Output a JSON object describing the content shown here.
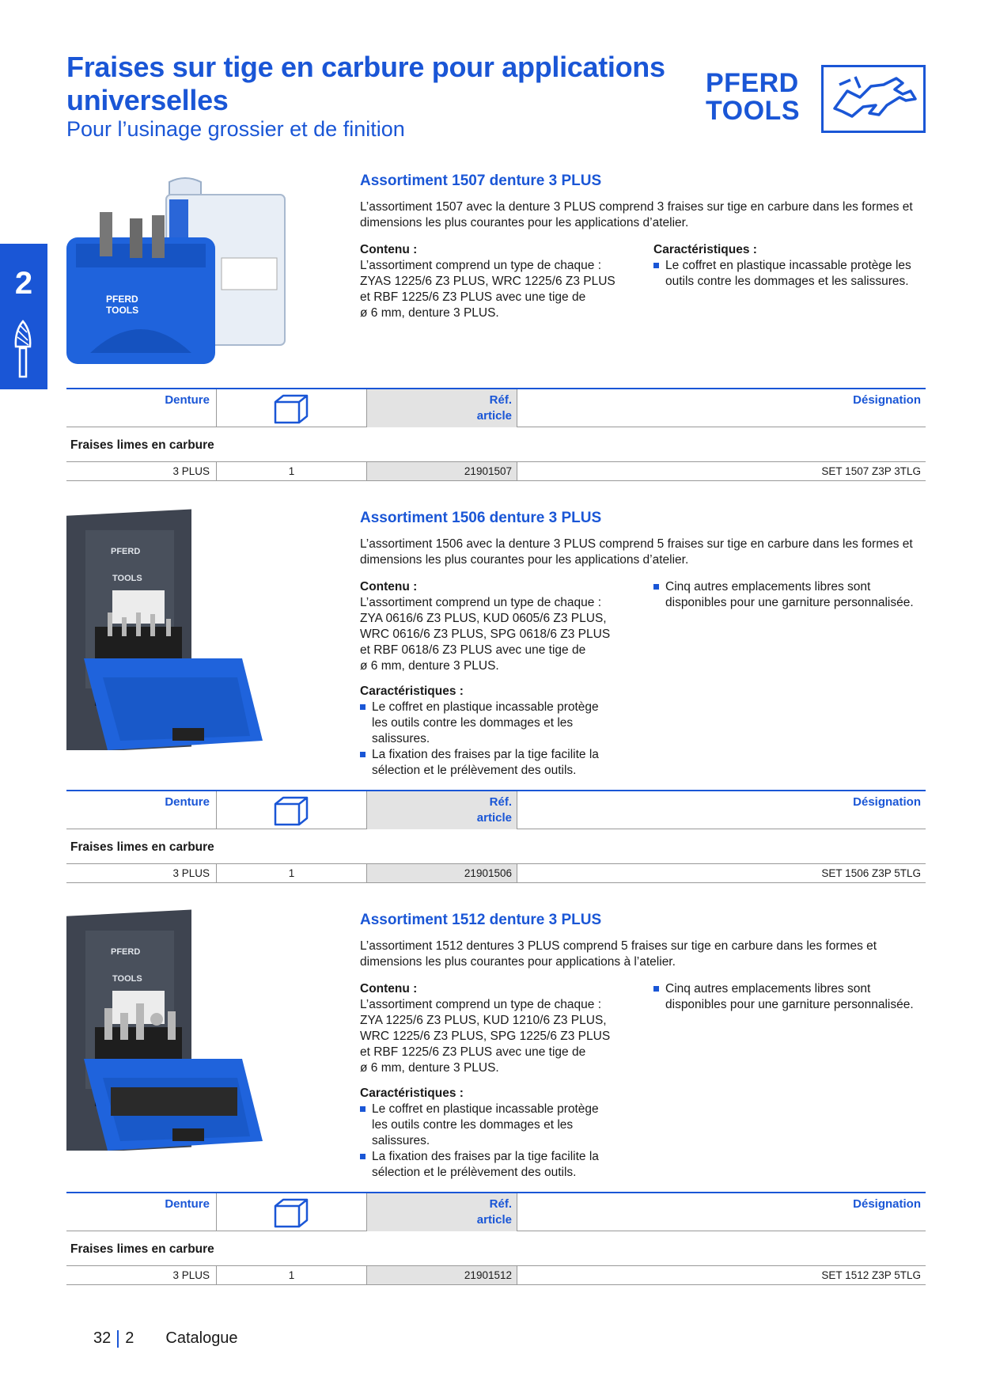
{
  "header": {
    "title": "Fraises sur tige en carbure pour applications universelles",
    "subtitle": "Pour l’usinage grossier et de finition",
    "logo_line1": "PFERD",
    "logo_line2": "TOOLS"
  },
  "side_tab": {
    "number": "2",
    "icon": "burr-bit-icon"
  },
  "table_headers": {
    "denture": "Denture",
    "ref_line1": "Réf.",
    "ref_line2": "article",
    "designation": "Désignation"
  },
  "sections": [
    {
      "title": "Assortiment 1507 denture 3 PLUS",
      "intro": "L’assortiment 1507 avec la denture 3 PLUS comprend 3 fraises sur tige en carbure dans les formes et dimensions les plus courantes pour les applications d’atelier.",
      "contenu_head": "Contenu :",
      "contenu_lines": [
        "L’assortiment comprend un type de chaque :",
        "ZYAS 1225/6 Z3 PLUS, WRC 1225/6 Z3 PLUS",
        "et RBF 1225/6 Z3 PLUS avec une tige de",
        "ø 6 mm, denture 3 PLUS."
      ],
      "carac_head": "Caractéristiques :",
      "carac_items": [
        "Le coffret en plastique incassable protège les outils contre les dommages et les salissures."
      ],
      "group": "Fraises limes en carbure",
      "row": {
        "denture": "3 PLUS",
        "qty": "1",
        "ref": "21901507",
        "designation": "SET 1507 Z3P 3TLG"
      }
    },
    {
      "title": "Assortiment 1506 denture 3 PLUS",
      "intro": "L’assortiment 1506 avec la denture 3 PLUS comprend 5 fraises sur tige en carbure dans les formes et dimensions les plus courantes pour les applications d’atelier.",
      "contenu_head": "Contenu :",
      "contenu_lines": [
        "L’assortiment comprend un type de chaque :",
        "ZYA 0616/6 Z3 PLUS, KUD 0605/6 Z3 PLUS,",
        "WRC 0616/6 Z3 PLUS, SPG 0618/6 Z3 PLUS",
        "et RBF 0618/6 Z3 PLUS avec une tige de",
        "ø 6 mm, denture 3 PLUS."
      ],
      "carac_head": "Caractéristiques :",
      "carac_items": [
        "Le coffret en plastique incassable protège les outils contre les dommages et les salissures.",
        "La fixation des fraises par la tige facilite la sélection et le prélèvement des outils."
      ],
      "extra_items": [
        "Cinq autres emplacements libres sont disponibles pour une garniture personnalisée."
      ],
      "group": "Fraises limes en carbure",
      "row": {
        "denture": "3 PLUS",
        "qty": "1",
        "ref": "21901506",
        "designation": "SET 1506 Z3P 5TLG"
      }
    },
    {
      "title": "Assortiment 1512 denture 3 PLUS",
      "intro": "L’assortiment 1512 dentures 3 PLUS comprend 5 fraises sur tige en carbure dans les formes et dimensions les plus courantes pour applications à l’atelier.",
      "contenu_head": "Contenu :",
      "contenu_lines": [
        "L’assortiment comprend un type de chaque :",
        "ZYA 1225/6 Z3 PLUS, KUD 1210/6 Z3 PLUS,",
        "WRC 1225/6 Z3 PLUS, SPG 1225/6 Z3 PLUS",
        "et RBF 1225/6 Z3 PLUS avec une tige de",
        "ø 6 mm, denture 3 PLUS."
      ],
      "carac_head": "Caractéristiques :",
      "carac_items": [
        "Le coffret en plastique incassable protège les outils contre les dommages et les salissures.",
        "La fixation des fraises par la tige facilite la sélection et le prélèvement des outils."
      ],
      "extra_items": [
        "Cinq autres emplacements libres sont disponibles pour une garniture personnalisée."
      ],
      "group": "Fraises limes en carbure",
      "row": {
        "denture": "3 PLUS",
        "qty": "1",
        "ref": "21901512",
        "designation": "SET 1512 Z3P 5TLG"
      }
    }
  ],
  "footer": {
    "page": "32",
    "chapter": "2",
    "label": "Catalogue"
  },
  "colors": {
    "brand_blue": "#1a56d6",
    "table_grey": "#e3e3e3"
  }
}
